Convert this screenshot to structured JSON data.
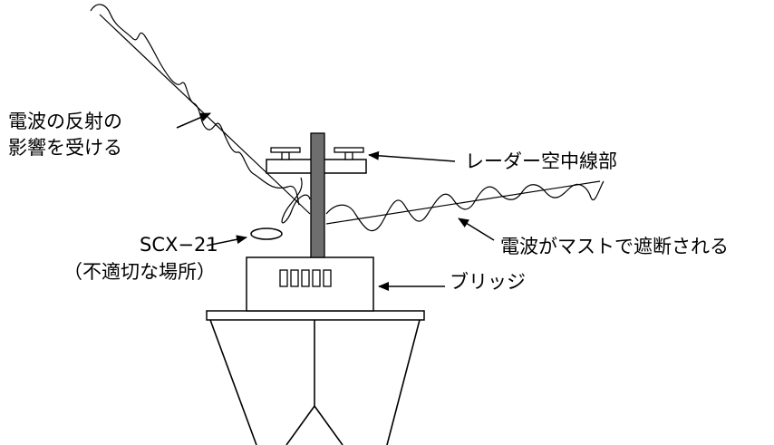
{
  "labels": {
    "reflection_line1": "電波の反射の",
    "reflection_line2": "影響を受ける",
    "radar_antenna": "レーダー空中線部",
    "blocked_by_mast": "電波がマストで遮断される",
    "scx_model": "SCX−21",
    "inappropriate_place": "（不適切な場所）",
    "bridge": "ブリッジ"
  }
}
